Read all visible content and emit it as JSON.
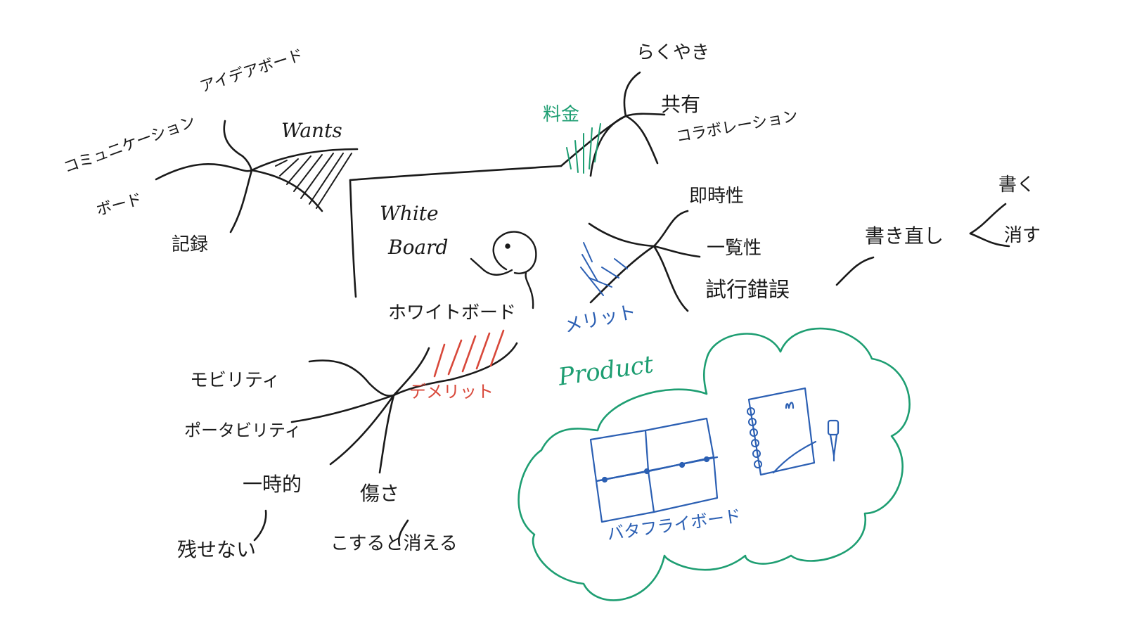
{
  "colors": {
    "ink": "#1a1a1a",
    "green": "#1e9e72",
    "blue": "#2b5fb3",
    "red": "#d8483a"
  },
  "center": {
    "line1": "White",
    "line2": "Board"
  },
  "wants": {
    "label": "Wants",
    "items": [
      "コミュニケーション",
      "ボード",
      "アイデアボード",
      "記録"
    ]
  },
  "cost": {
    "label": "料金",
    "items": [
      "らくやき",
      "共有",
      "コラボレーション"
    ]
  },
  "merit": {
    "label": "メリット",
    "items": [
      "即時性",
      "一覧性",
      "試行錯誤",
      "書き直し",
      "書く",
      "消す"
    ]
  },
  "whiteboard": {
    "label": "ホワイトボード"
  },
  "demerit": {
    "label": "デメリット",
    "items": [
      "モビリティ",
      "ポータビリティ",
      "一時的",
      "残せない",
      "傷さ",
      "こすると消える"
    ]
  },
  "product": {
    "label": "Product",
    "item": "バタフライボード"
  },
  "icons": [
    "mascot-icon",
    "butterfly-board-icon",
    "notebook-icon",
    "pen-icon",
    "cloud-outline"
  ]
}
